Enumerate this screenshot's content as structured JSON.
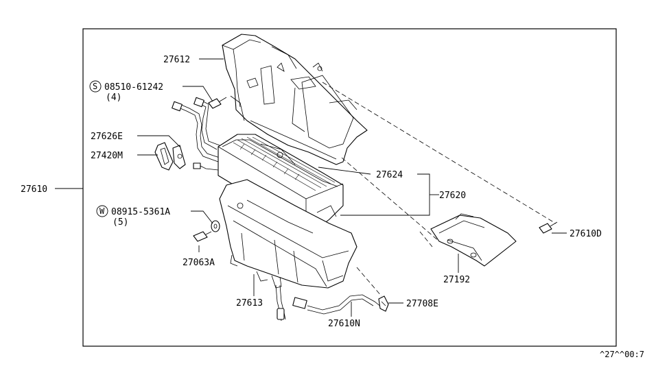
{
  "callouts": {
    "c27612": "27612",
    "c08510_prefix": "S",
    "c08510": "08510-61242",
    "c08510_qty": "(4)",
    "c27626e": "27626E",
    "c27420m": "27420M",
    "c27610": "27610",
    "c08915_prefix": "W",
    "c08915": "08915-5361A",
    "c08915_qty": "(5)",
    "c27063a": "27063A",
    "c27613": "27613",
    "c27610n": "27610N",
    "c27708e": "27708E",
    "c27624": "27624",
    "c27620": "27620",
    "c27192": "27192",
    "c27610d": "27610D"
  },
  "footer": {
    "diagram_code": "^27^^00:7"
  }
}
